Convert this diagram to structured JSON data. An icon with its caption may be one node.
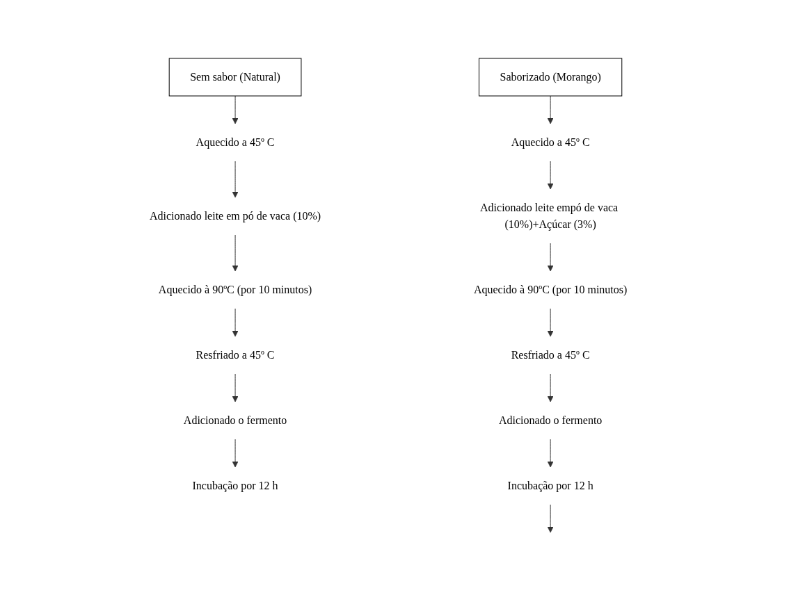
{
  "diagram": {
    "nodes": [
      {
        "text": [
          "Sem sabor (Natural)"
        ]
      },
      {
        "text": [
          "Aquecido a 45º C"
        ]
      },
      {
        "text": [
          "Adicionado leite em pó de vaca (10%)"
        ]
      },
      {
        "text": [
          "Aquecido à 90ºC (por 10 minutos)"
        ]
      },
      {
        "text": [
          "Resfriado a 45º C"
        ]
      },
      {
        "text": [
          "Adicionado o fermento"
        ]
      },
      {
        "text": [
          "Incubação por 12 h"
        ]
      },
      {
        "text": [
          "Saborizado (Morango)"
        ]
      },
      {
        "text": [
          "Aquecido a 45º C"
        ]
      },
      {
        "text": [
          "Adicionado leite empó de vaca (10%)+Açúcar (3%)"
        ]
      },
      {
        "text": [
          "Aquecido à 90ºC (por 10 minutos)"
        ]
      },
      {
        "text": [
          "Resfriado a 45º C"
        ]
      },
      {
        "text": [
          "Adicionado o fermento"
        ]
      },
      {
        "text": [
          "Incubação por 12 h"
        ]
      }
    ],
    "edges": [
      {
        "from": 0,
        "to": 1,
        "arrow": "to"
      },
      {
        "from": 1,
        "to": 2,
        "arrow": "to"
      },
      {
        "from": 2,
        "to": 3,
        "arrow": "to"
      },
      {
        "from": 3,
        "to": 4,
        "arrow": "to"
      },
      {
        "from": 4,
        "to": 5,
        "arrow": "to"
      },
      {
        "from": 5,
        "to": 6,
        "arrow": "to"
      },
      {
        "from": 7,
        "to": 8,
        "arrow": "to"
      },
      {
        "from": 8,
        "to": 9,
        "arrow": "to"
      },
      {
        "from": 9,
        "to": 10,
        "arrow": "to"
      },
      {
        "from": 10,
        "to": 11,
        "arrow": "to"
      },
      {
        "from": 11,
        "to": 12,
        "arrow": "to"
      },
      {
        "from": 12,
        "to": 13,
        "arrow": "to"
      },
      {
        "from": 13,
        "to": null,
        "arrow": "to"
      }
    ]
  }
}
